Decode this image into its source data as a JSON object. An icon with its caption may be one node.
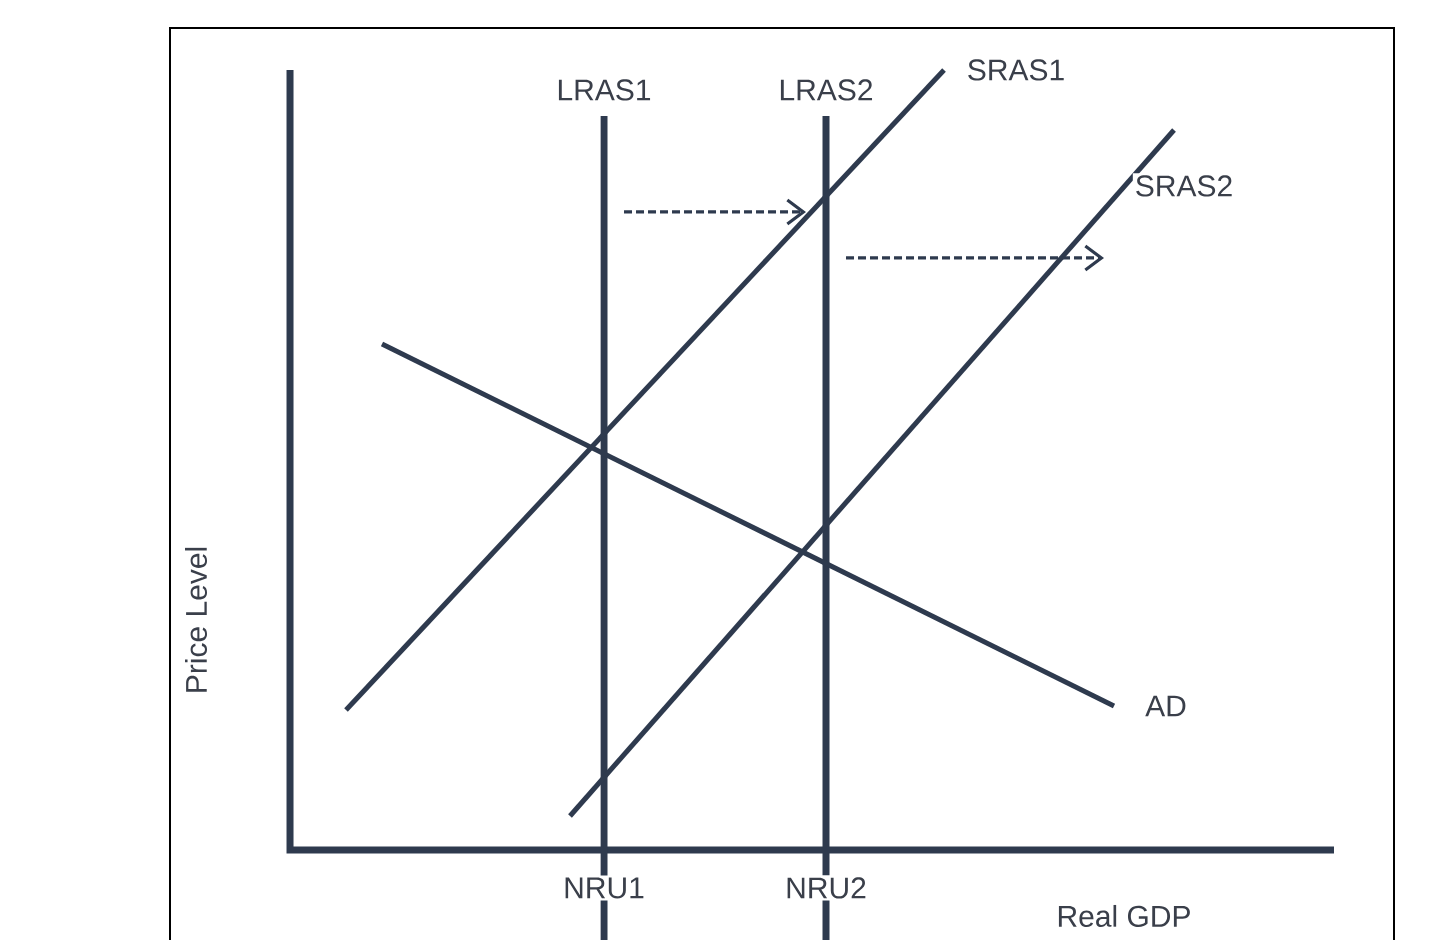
{
  "diagram": {
    "labels": [
      "LRAS1",
      "LRAS2",
      "SRAS1",
      "SRAS2",
      "Price Level",
      "AD",
      "NRU1",
      "NRU2",
      "Real GDP"
    ]
  }
}
